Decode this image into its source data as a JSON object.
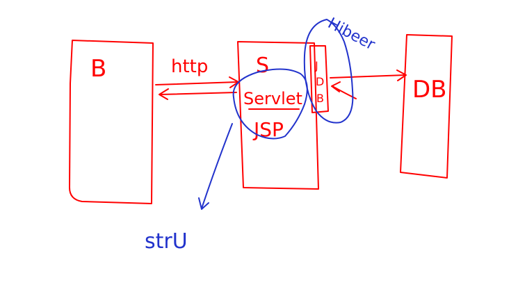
{
  "labels": {
    "browser": "B",
    "protocol": "http",
    "server": "S",
    "servlet": "Servlet",
    "jsp": "JSP",
    "jdbc": [
      "J",
      "D",
      "B"
    ],
    "database": "DB",
    "hibernate": "Hibeer",
    "struts": "strU"
  },
  "colors": {
    "red_ink": "#ff0000",
    "blue_ink": "#2233cc",
    "background": "#ffffff"
  }
}
